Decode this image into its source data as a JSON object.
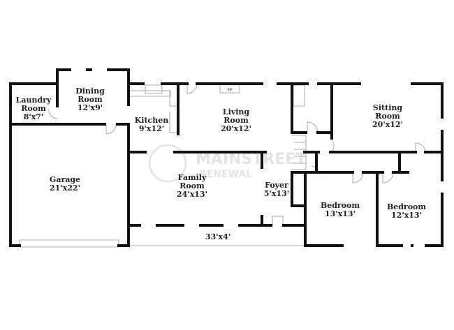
{
  "colors": {
    "wall": "#111111",
    "thin": "#aaaaaa",
    "watermark": "#e4e4e4"
  },
  "watermark": {
    "line1": "MAINSTREET",
    "line2": "RENEWAL"
  },
  "fixtures": {
    "fireplace": "FP"
  },
  "rooms": [
    {
      "name": "Laundry",
      "name2": "Room",
      "size": "8'x7'"
    },
    {
      "name": "Dining",
      "name2": "Room",
      "size": "12'x9'"
    },
    {
      "name": "Kitchen",
      "name2": "",
      "size": "9'x12'"
    },
    {
      "name": "Living",
      "name2": "Room",
      "size": "20'x12'"
    },
    {
      "name": "Sitting",
      "name2": "Room",
      "size": "20'x12'"
    },
    {
      "name": "Garage",
      "name2": "",
      "size": "21'x22'"
    },
    {
      "name": "Family",
      "name2": "Room",
      "size": "24'x13'"
    },
    {
      "name": "Foyer",
      "name2": "",
      "size": "5'x13'"
    },
    {
      "name": "Bedroom",
      "name2": "",
      "size": "13'x13'"
    },
    {
      "name": "Bedroom",
      "name2": "",
      "size": "12'x13'"
    },
    {
      "name": "",
      "name2": "",
      "size": "33'x4'"
    }
  ]
}
